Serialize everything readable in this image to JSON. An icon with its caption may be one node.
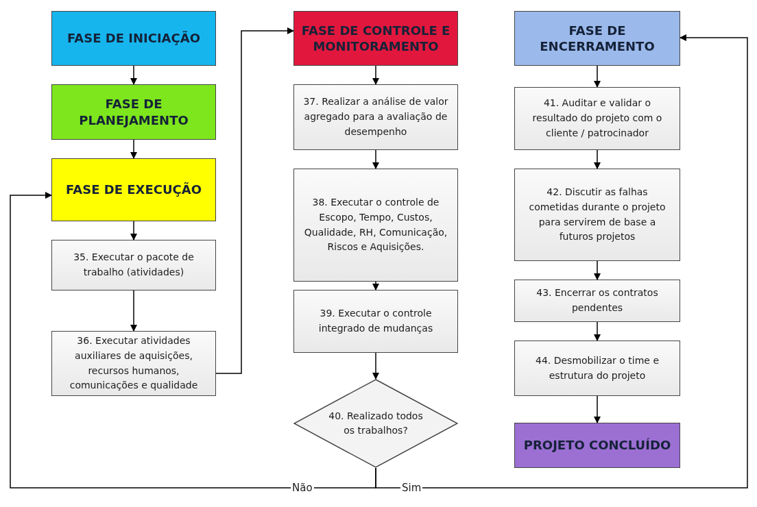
{
  "diagram": {
    "nodes": [
      {
        "text": [
          "FASE DE INICIAÇÃO"
        ]
      },
      {
        "text": [
          "FASE DE PLANEJAMENTO"
        ]
      },
      {
        "text": [
          "FASE DE EXECUÇÃO"
        ]
      },
      {
        "text": [
          "35. Executar o pacote de trabalho (atividades)"
        ]
      },
      {
        "text": [
          "36. Executar atividades auxiliares de aquisições, recursos humanos, comunicações e qualidade"
        ]
      },
      {
        "text": [
          "FASE DE CONTROLE E MONITORAMENTO"
        ]
      },
      {
        "text": [
          "37. Realizar a análise de valor agregado para a avaliação de desempenho"
        ]
      },
      {
        "text": [
          "38. Executar o controle de Escopo, Tempo, Custos, Qualidade, RH, Comunicação, Riscos e Aquisições."
        ]
      },
      {
        "text": [
          "39. Executar o controle integrado de mudanças"
        ]
      },
      {
        "text": [
          "40. Realizado todos os trabalhos?"
        ]
      },
      {
        "text": [
          "FASE DE ENCERRAMENTO"
        ]
      },
      {
        "text": [
          "41. Auditar e validar o resultado do projeto com o cliente / patrocinador"
        ]
      },
      {
        "text": [
          "42. Discutir as falhas cometidas durante o projeto para servirem de base a futuros projetos"
        ]
      },
      {
        "text": [
          "43. Encerrar os contratos pendentes"
        ]
      },
      {
        "text": [
          "44. Desmobilizar o time e estrutura do projeto"
        ]
      },
      {
        "text": [
          "PROJETO CONCLUÍDO"
        ]
      }
    ],
    "edges": [
      {
        "from": 0,
        "to": 1,
        "arrow": "to"
      },
      {
        "from": 1,
        "to": 2,
        "arrow": "to"
      },
      {
        "from": 2,
        "to": 3,
        "arrow": "to"
      },
      {
        "from": 3,
        "to": 4,
        "arrow": "to"
      },
      {
        "from": 4,
        "to": 5,
        "arrow": "to"
      },
      {
        "from": 5,
        "to": 6,
        "arrow": "to"
      },
      {
        "from": 6,
        "to": 7,
        "arrow": "to"
      },
      {
        "from": 7,
        "to": 8,
        "arrow": "to"
      },
      {
        "from": 8,
        "to": 9,
        "arrow": "to"
      },
      {
        "from": 9,
        "to": 2,
        "arrow": "to",
        "label": "Não"
      },
      {
        "from": 9,
        "to": 10,
        "arrow": "to",
        "label": "Sim"
      },
      {
        "from": 10,
        "to": 11,
        "arrow": "to"
      },
      {
        "from": 11,
        "to": 12,
        "arrow": "to"
      },
      {
        "from": 12,
        "to": 13,
        "arrow": "to"
      },
      {
        "from": 13,
        "to": 14,
        "arrow": "to"
      },
      {
        "from": 14,
        "to": 15,
        "arrow": "to"
      }
    ]
  }
}
